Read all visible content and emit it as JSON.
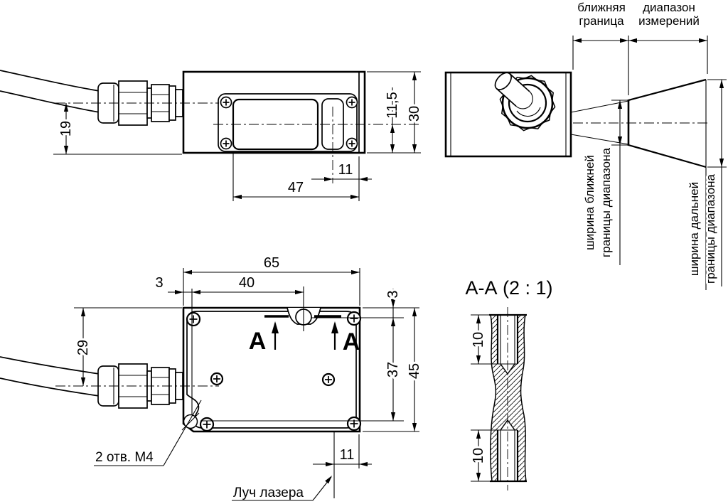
{
  "drawing": {
    "ink": "#000000",
    "background": "#ffffff",
    "side_view": {
      "dim_cable_axis": "19",
      "dim_axis_to_bottom": "11,5",
      "dim_height": "30",
      "dim_window_offset": "11",
      "dim_window_width": "47"
    },
    "range_view": {
      "near_label": [
        "ближняя",
        "граница"
      ],
      "range_label": [
        "диапазон",
        "измерений"
      ],
      "near_width_label": [
        "ширина ближней",
        "границы диапазона"
      ],
      "far_width_label": [
        "ширина дальней",
        "границы диапазона"
      ]
    },
    "top_view": {
      "dim_length": "65",
      "dim_hole_x": "40",
      "dim_edge_left": "3",
      "dim_edge_top": "3",
      "dim_cable_axis": "29",
      "dim_hole_y": "37",
      "dim_width": "45",
      "dim_beam": "11",
      "holes_note": "2 отв. М4",
      "laser_note": "Луч лазера",
      "section_letter": "А"
    },
    "section_view": {
      "title": "А-А (2 : 1)",
      "dim_depth_top": "10",
      "dim_depth_bottom": "10"
    }
  }
}
